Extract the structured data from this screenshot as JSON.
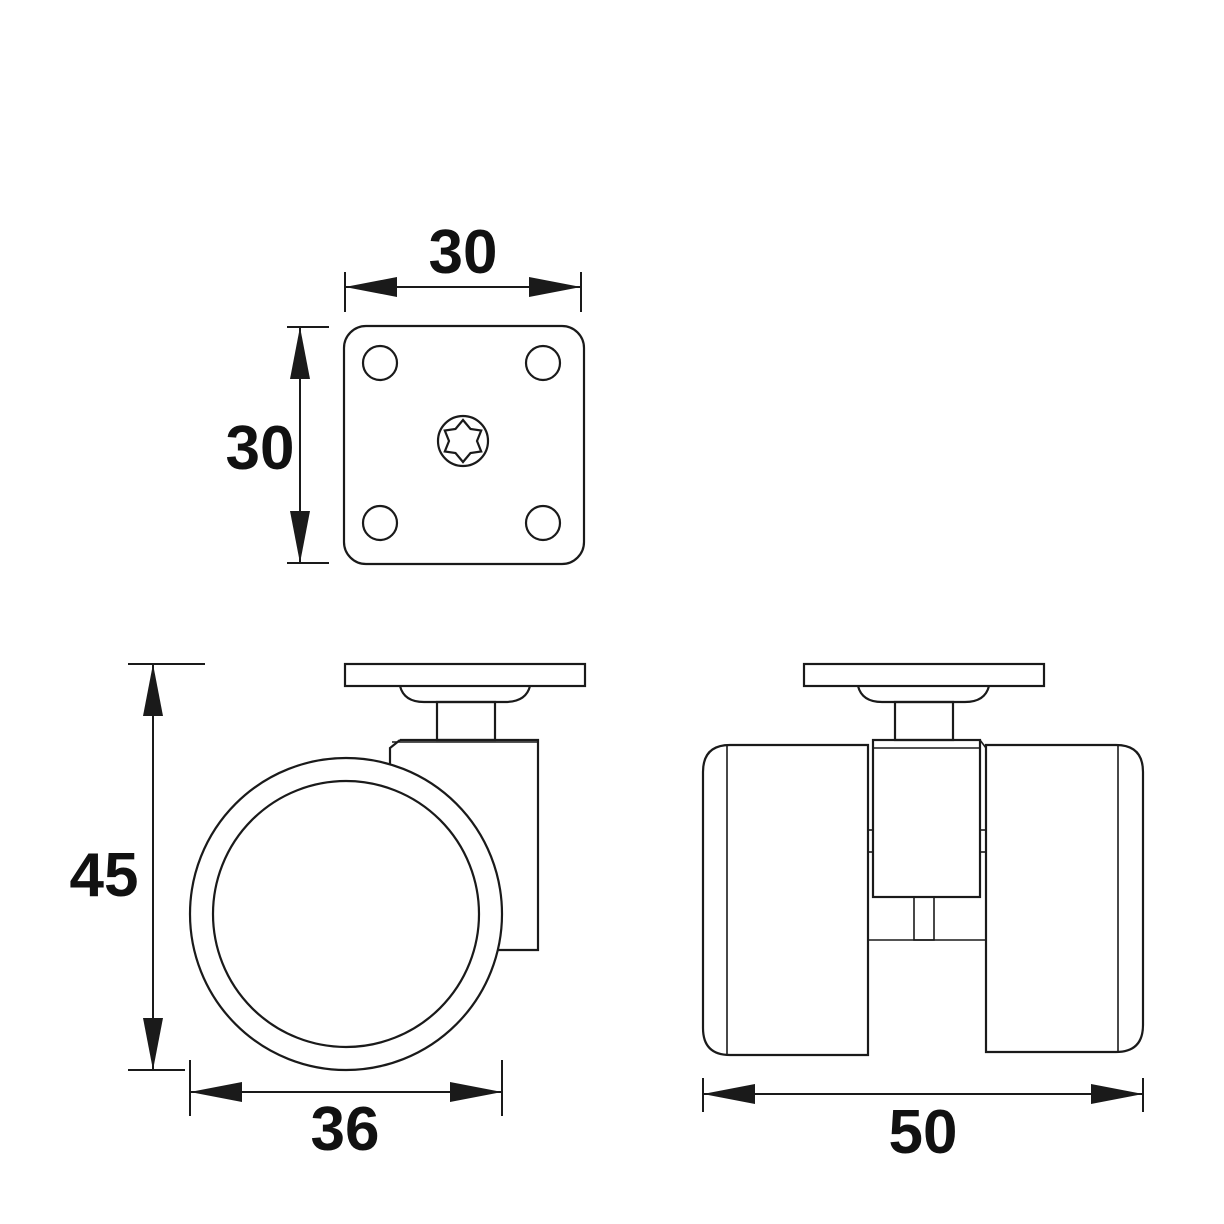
{
  "dimensions": {
    "plate_width": "30",
    "plate_height": "30",
    "height": "45",
    "side_width": "36",
    "front_width": "50"
  },
  "colors": {
    "line": "#1a1a1a",
    "background": "#ffffff"
  }
}
